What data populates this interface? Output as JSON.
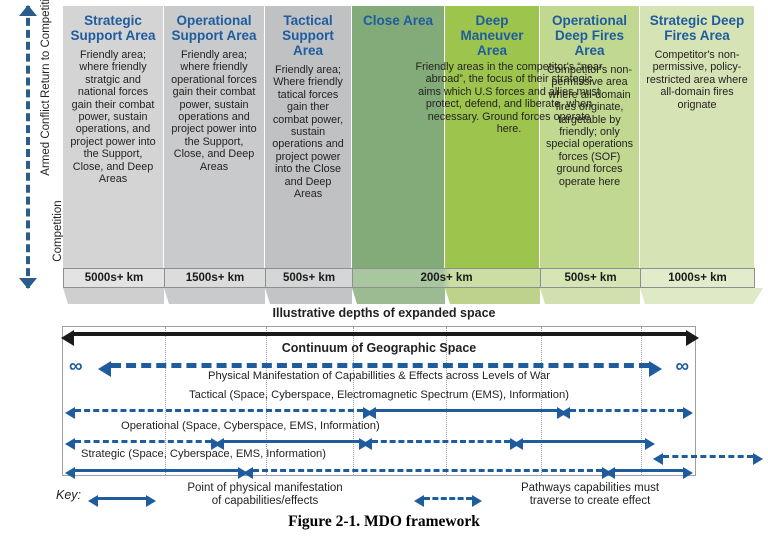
{
  "figure": {
    "caption": "Figure 2-1.  MDO framework"
  },
  "left_axis": {
    "name": "conflict-continuum-axis",
    "labels": [
      {
        "text": "Return to\nCompetition"
      },
      {
        "text": "Armed\nConflict"
      },
      {
        "text": "Competition"
      }
    ],
    "label_top": "Return to Competition",
    "label_mid": "Armed Conflict",
    "label_bottom": "Competition"
  },
  "columns": [
    {
      "title": "Strategic Support Area",
      "title_lines": [
        "Strategic",
        "Support",
        "Area"
      ],
      "body": "Friendly area; where friendly stratgic and national forces gain their combat power, sustain operations, and project power into the Support, Close, and Deep Areas",
      "depth": "5000s+ km",
      "color": "#d4d4d4"
    },
    {
      "title": "Operational Support Area",
      "title_lines": [
        "Operational",
        "Support",
        "Area"
      ],
      "body": "Friendly area; where friendly operational forces gain their combat power, sustain operations and project power into the Support, Close, and Deep Areas",
      "depth": "1500s+ km",
      "color": "#c9cacb"
    },
    {
      "title": "Tactical Support Area",
      "title_lines": [
        "Tactical",
        "Support",
        "Area"
      ],
      "body": "Friendly area; Where friendly tatical forces gain ther combat power, sustain operations and project power into the Close and Deep Areas",
      "depth": "500s+ km",
      "color": "#bfc1c3"
    },
    {
      "title": "Close Area",
      "title_lines": [
        "Close",
        "Area"
      ],
      "body": "",
      "depth": "200s+ km",
      "color": "#82ab79"
    },
    {
      "title": "Deep Maneuver Area",
      "title_lines": [
        "Deep",
        "Maneuver",
        "Area"
      ],
      "body": "",
      "depth": "",
      "color": "#9dc44d"
    },
    {
      "title": "Operational Deep Fires Area",
      "title_lines": [
        "Operational",
        "Deep Fires",
        "Area"
      ],
      "body": "Competitor's non-permissive area where all-domain fires originate, targetable by friendly; only special operations forces (SOF) ground forces operate here",
      "depth": "500s+ km",
      "color": "#c0d88f"
    },
    {
      "title": "Strategic Deep Fires Area",
      "title_lines": [
        "Strategic",
        "Deep Fires",
        "Area"
      ],
      "body": "Competitor's non-permissive, policy-restricted area where all-domain fires orignate",
      "depth": "1000s+ km",
      "color": "#d6e3b4"
    }
  ],
  "merged_body": "Friendly areas in the competitor's “near abroad”, the focus of their strategic aims which U.S forces and allies must protect, defend, and liberate, when necessary. Ground forces operate here.",
  "illustrative_caption": "Illustrative depths of expanded space",
  "continuum": {
    "title": "Continuum of Geographic Space",
    "infinity_left": "∞",
    "infinity_right": "∞",
    "rows": [
      {
        "label": "Physical Manifestation of Capabillities & Effects across Levels of War"
      },
      {
        "label": "Tactical (Space, Cyberspace, Electromagnetic Spectrum (EMS), Information)"
      },
      {
        "label": "Operational (Space, Cyberspace, EMS, Information)"
      },
      {
        "label": "Strategic (Space, Cyberspace, EMS, Information)"
      }
    ]
  },
  "key": {
    "label": "Key:",
    "solid_meaning": "Point of physical manifestation of capabilities/effects",
    "solid_meaning_line1": "Point of physical manifestation",
    "solid_meaning_line2": "of capabilities/effects",
    "dashed_meaning": "Pathways capabilities must traverse to create effect",
    "dashed_meaning_line1": "Pathways capabilities must",
    "dashed_meaning_line2": "traverse to create effect"
  },
  "colors": {
    "title_blue": "#1f5c9e",
    "arrow_blue": "#1f5c9e",
    "black": "#1a1a1a"
  }
}
